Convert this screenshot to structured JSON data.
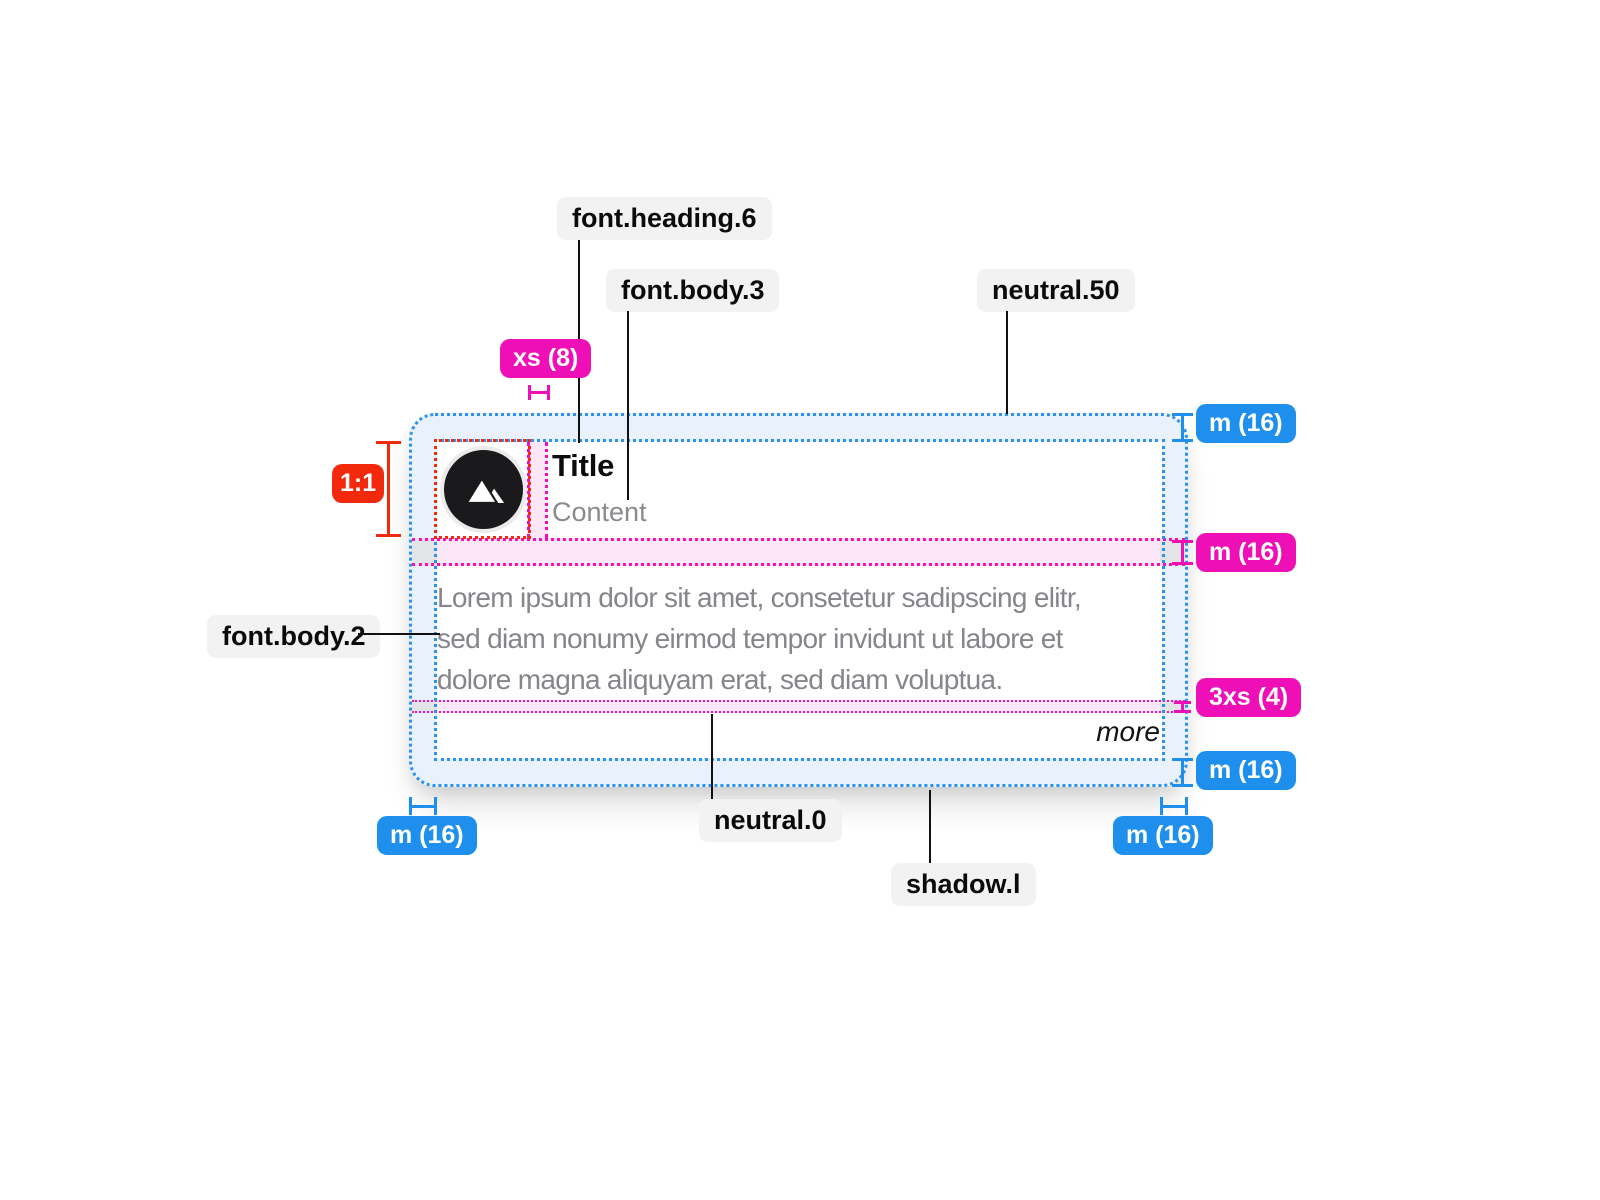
{
  "card": {
    "title": "Title",
    "subtitle": "Content",
    "body_lines": [
      "Lorem ipsum dolor sit amet, consetetur sadipscing elitr,",
      "sed diam nonumy eirmod tempor invidunt ut labore et",
      "dolore magna aliquyam erat, sed diam voluptua."
    ],
    "more_label": "more"
  },
  "tokens": {
    "font_heading_6": "font.heading.6",
    "font_body_3": "font.body.3",
    "neutral_50": "neutral.50",
    "font_body_2": "font.body.2",
    "neutral_0": "neutral.0",
    "shadow_l": "shadow.l"
  },
  "measurements": {
    "ratio": "1:1",
    "xs_gap": "xs (8)",
    "margin_top": "m (16)",
    "gap_middle": "m (16)",
    "gap_3xs": "3xs (4)",
    "margin_bottom": "m (16)",
    "margin_left": "m (16)",
    "margin_right": "m (16)"
  },
  "colors": {
    "margin_accent_blue": "#1f8fee",
    "spacing_accent_magenta": "#ef0fb7",
    "ratio_accent_red": "#f3290e",
    "padding_fill": "#e9f2fc",
    "gap_fill": "#fbe7f8",
    "label_background": "#f2f2f3",
    "body_text": "#85858b",
    "avatar_fill": "#1a1a1c"
  }
}
